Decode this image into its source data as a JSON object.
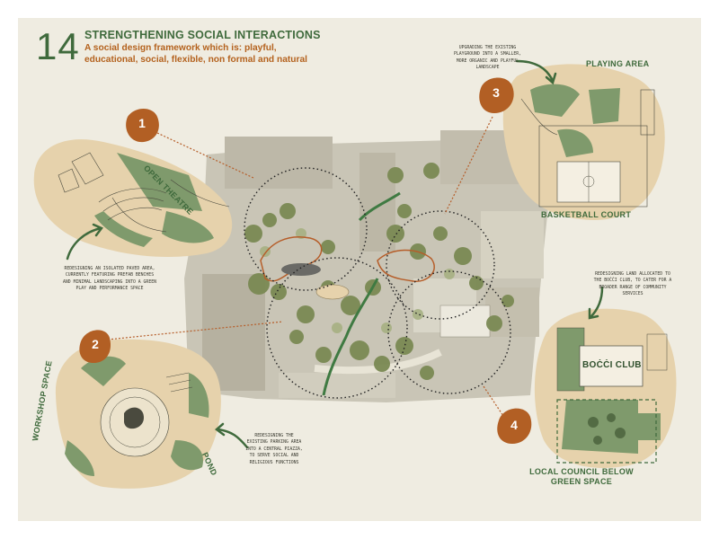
{
  "header": {
    "number": "14",
    "title": "STRENGTHENING SOCIAL INTERACTIONS",
    "subtitle_line1": "A social design framework which is: playful,",
    "subtitle_line2": "educational, social, flexible, non formal and natural"
  },
  "markers": [
    "1",
    "2",
    "3",
    "4"
  ],
  "labels": {
    "open_theatre": "OPEN THEATRE",
    "workshop_space": "WORKSHOP SPACE",
    "pond": "POND",
    "playing_area": "PLAYING AREA",
    "basketball_court": "BASKETBALL COURT",
    "bocci_club": "BOĊĊI CLUB",
    "local_council_line1": "LOCAL COUNCIL BELOW",
    "local_council_line2": "GREEN SPACE"
  },
  "notes": {
    "one": [
      "REDESIGNING AN ISOLATED PAVED AREA,",
      "CURRENTLY FEATURING PREFAB BENCHES",
      "AND MINIMAL LANDSCAPING INTO A GREEN",
      "PLAY AND PERFORMANCE SPACE"
    ],
    "two": [
      "REDESIGNING THE",
      "EXISTING PARKING AREA",
      "INTO A CENTRAL PIAZZA,",
      "TO SERVE SOCIAL AND",
      "RELIGIOUS FUNCTIONS"
    ],
    "three": [
      "UPGRADING THE EXISTING",
      "PLAYGROUND INTO A SMALLER,",
      "MORE ORGANIC AND PLAYFUL",
      "LANDSCAPE"
    ],
    "four": [
      "REDESIGNING LAND ALLOCATED TO",
      "THE BOĊĊI CLUB, TO CATER FOR A",
      "BROADER RANGE OF COMMUNITY",
      "SERVICES"
    ]
  },
  "colors": {
    "page": "#efece1",
    "beige_blob": "#e6d2ac",
    "green_accent": "#3f6a3c",
    "green_fill": "#7f9a6c",
    "orange_subtitle": "#b4621e",
    "badge_brown": "#b25f24",
    "leader_line": "#b65e2a"
  }
}
